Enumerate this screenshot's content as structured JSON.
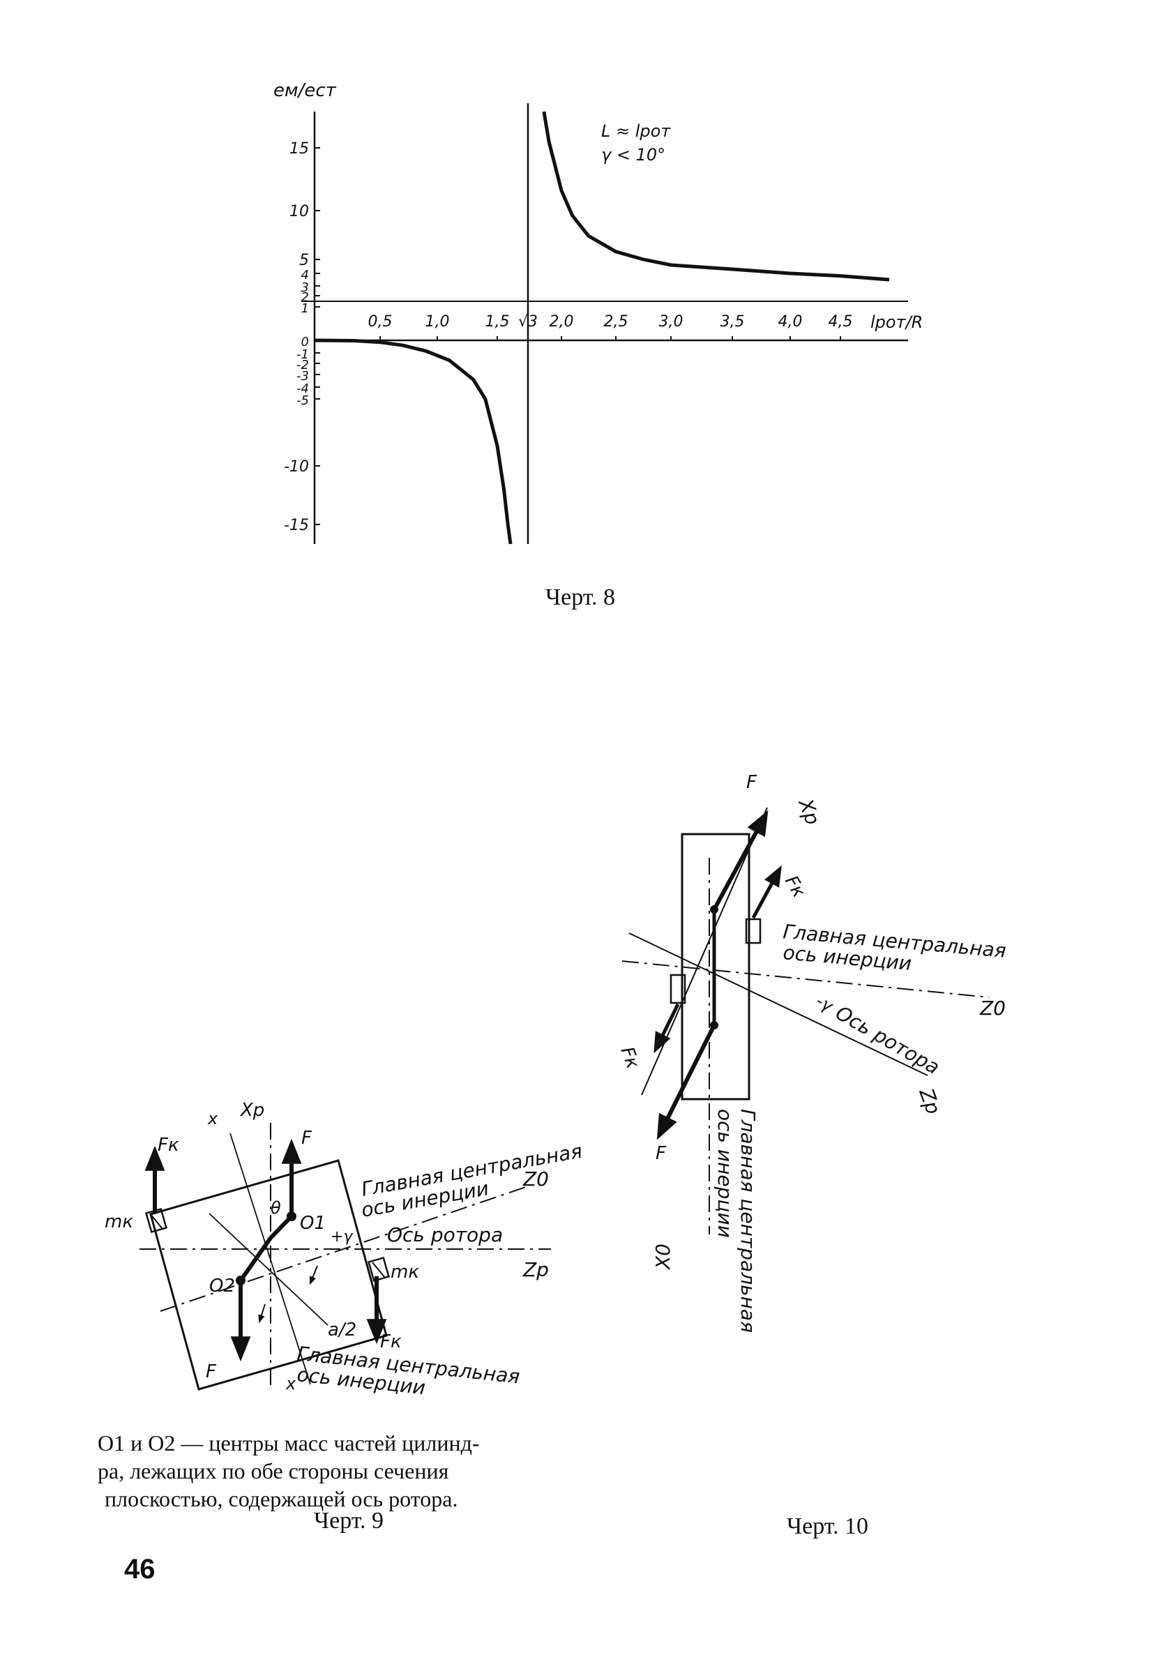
{
  "chart_data": {
    "type": "line",
    "ylabel": "eм/eст",
    "xlabel": "lрот/R",
    "annotation_lines": [
      "L ≈ lрот",
      "γ < 10°"
    ],
    "x_tick_labels": [
      "0,5",
      "1,0",
      "1,5",
      "√3",
      "2,0",
      "2,5",
      "3,0",
      "3,5",
      "4,0",
      "4,5"
    ],
    "x_tick_values": [
      0.5,
      1.0,
      1.5,
      1.732,
      2.0,
      2.5,
      3.0,
      3.5,
      4.0,
      4.5
    ],
    "y_tick_labels": [
      "15",
      "10",
      "5",
      "4",
      "3",
      "2",
      "1",
      "0",
      "-1",
      "-2",
      "-3",
      "-4",
      "-5",
      "-10",
      "-15"
    ],
    "y_tick_values": [
      15,
      10,
      5,
      4,
      3,
      2,
      1,
      0,
      -1,
      -2,
      -3,
      -4,
      -5,
      -10,
      -15
    ],
    "asymptote_x": 1.732,
    "series": [
      {
        "x": [
          0,
          0.3,
          0.5,
          0.7,
          0.9,
          1.1,
          1.3,
          1.4,
          1.5,
          1.55,
          1.58,
          1.6
        ],
        "y": [
          0,
          -0.03,
          -0.15,
          -0.4,
          -0.85,
          -1.7,
          -3.4,
          -5.0,
          -8.5,
          -12.0,
          -15.0,
          -16.5
        ]
      },
      {
        "x": [
          1.86,
          1.9,
          2.0,
          2.1,
          2.25,
          2.5,
          2.75,
          3.0,
          3.5,
          4.0,
          4.5,
          5.0
        ],
        "y": [
          18.0,
          15.5,
          11.6,
          9.5,
          7.4,
          5.8,
          5.0,
          4.6,
          4.3,
          4.0,
          3.8,
          3.5
        ]
      }
    ],
    "xlim": [
      -0.1,
      5.2
    ],
    "ylim": [
      -16.5,
      18.0
    ]
  },
  "figure8": {
    "caption": "Черт. 8"
  },
  "figure9": {
    "caption": "Черт. 9",
    "labels": {
      "fk_left": "Fк",
      "fk_right": "Fк",
      "f_top": "F",
      "f_bottom": "F",
      "mk_left": "mк",
      "mk_right": "mк",
      "xp": "Xp",
      "x_top": "x",
      "x_bottom": "x",
      "theta": "θ",
      "o1": "O1",
      "o2": "O2",
      "gamma": "+γ",
      "a2": "a/2",
      "z0": "Z0",
      "zp": "Zp",
      "main_axis_top_1": "Главная центральная",
      "main_axis_top_2": "ось инерции",
      "rotor_axis": "Ось ротора",
      "main_axis_bottom_1": "Главная центральная",
      "main_axis_bottom_2": "ось инерции"
    },
    "note_line1": "O1 и O2 — центры масс частей цилинд-",
    "note_line2": "ра, лежащих по обе стороны сечения",
    "note_line3": "плоскостью, содержащей ось ротора."
  },
  "figure10": {
    "caption": "Черт. 10",
    "labels": {
      "f_top": "F",
      "f_bottom": "F",
      "fk_top": "Fк",
      "fk_bottom": "Fк",
      "xp": "Xp",
      "x0": "X0",
      "z0": "Z0",
      "zp": "Zp",
      "gamma": "-γ",
      "main_axis_1": "Главная центральная",
      "main_axis_2": "ось инерции",
      "rotor_axis": "Ось ротора",
      "vert_1": "Главная центральная",
      "vert_2": "ось инерции"
    }
  },
  "page_number": "46"
}
